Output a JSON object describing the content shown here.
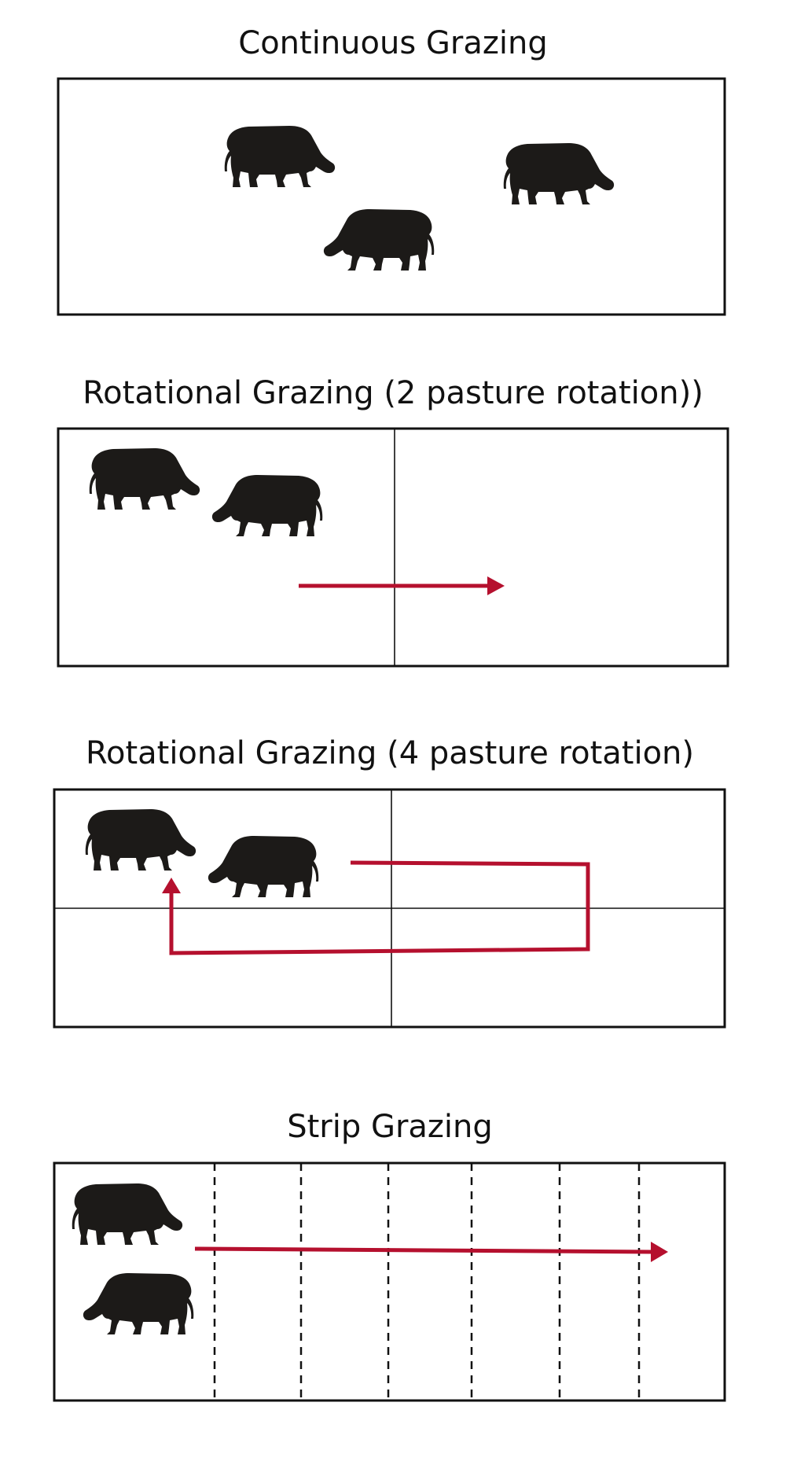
{
  "sections": [
    {
      "title": "Continuous Grazing"
    },
    {
      "title": "Rotational Grazing (2 pasture rotation))"
    },
    {
      "title": "Rotational Grazing (4 pasture rotation)"
    },
    {
      "title": "Strip Grazing"
    }
  ],
  "colors": {
    "arrow": "#b5102e",
    "cow": "#1c1a18",
    "outline": "#111111"
  },
  "icons": [
    "cow-icon",
    "arrow-icon"
  ]
}
